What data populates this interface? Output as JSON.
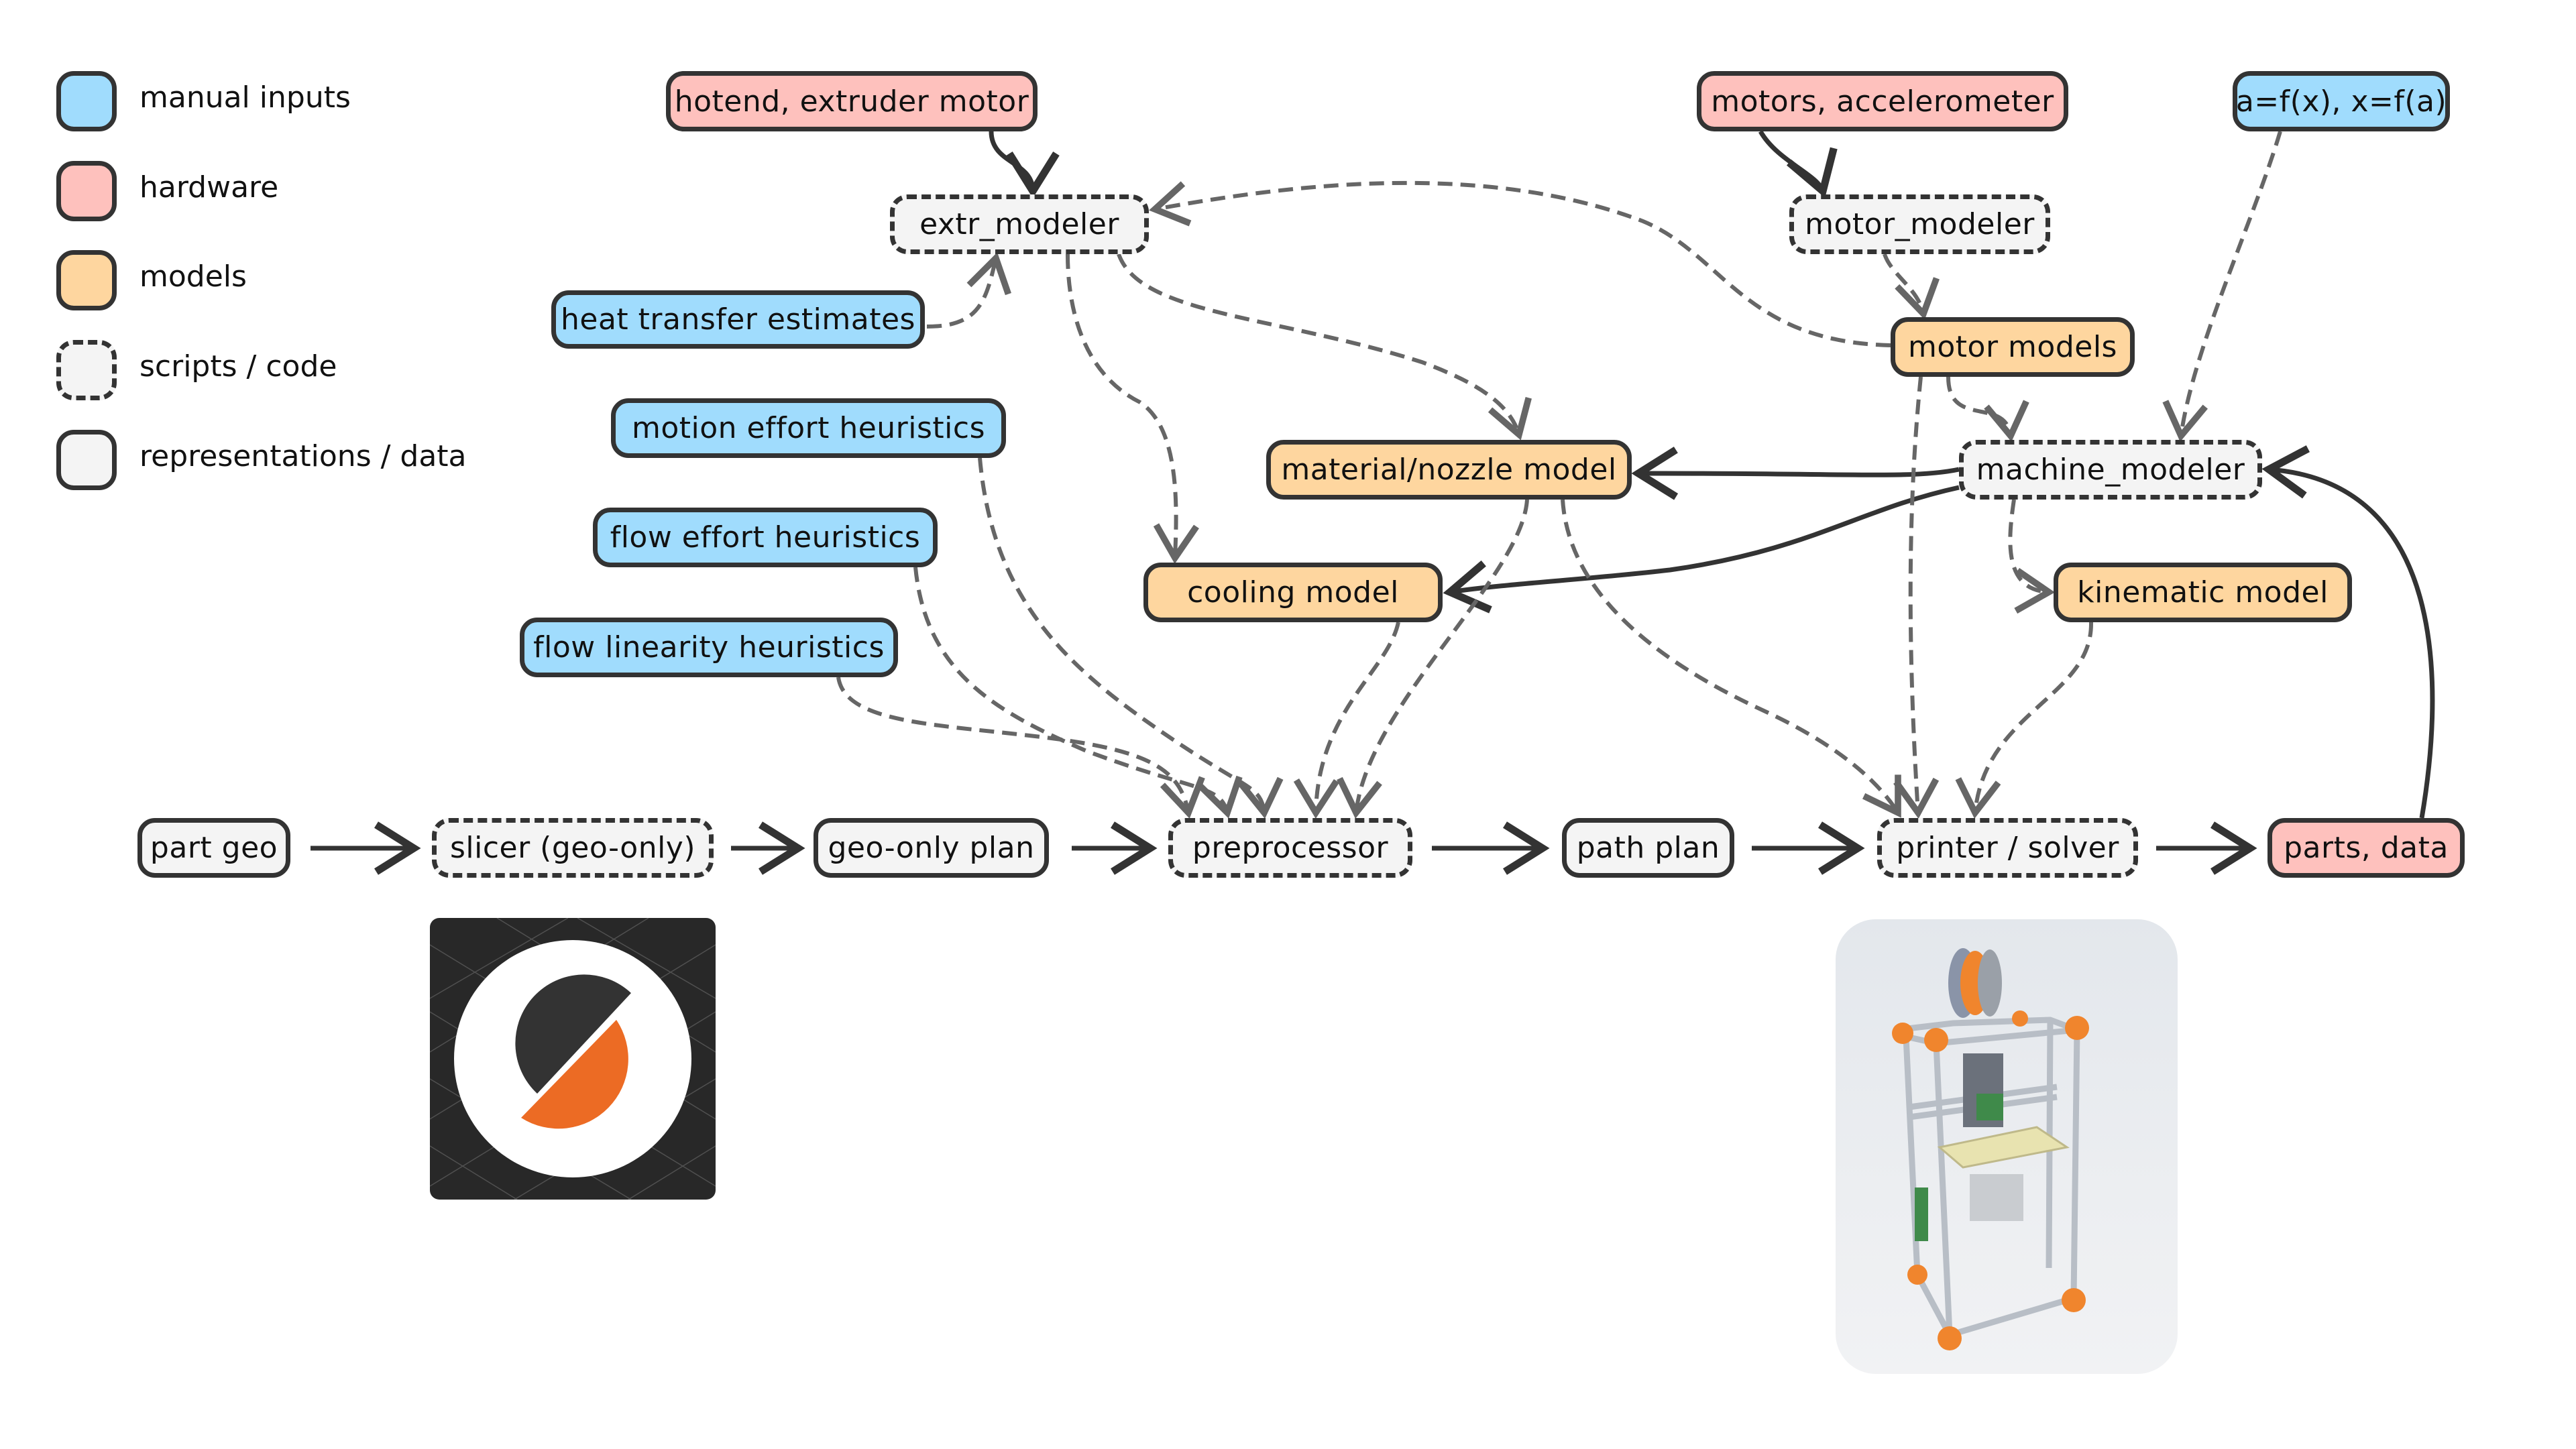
{
  "legend": [
    {
      "label": "manual inputs",
      "category": "manual",
      "color": "#a0dcfd"
    },
    {
      "label": "hardware",
      "category": "hardware",
      "color": "#fec1bd"
    },
    {
      "label": "models",
      "category": "model",
      "color": "#fed69f"
    },
    {
      "label": "scripts / code",
      "category": "script",
      "color": "#f4f4f4"
    },
    {
      "label": "representations / data",
      "category": "data",
      "color": "#f4f4f4"
    }
  ],
  "nodes": {
    "hotend": {
      "label": "hotend, extruder motor",
      "category": "hardware"
    },
    "extr_modeler": {
      "label": "extr_modeler",
      "category": "script"
    },
    "motors_accel": {
      "label": "motors, accelerometer",
      "category": "hardware"
    },
    "afx": {
      "label": "a=f(x), x=f(a)",
      "category": "manual"
    },
    "motor_modeler": {
      "label": "motor_modeler",
      "category": "script"
    },
    "motor_models": {
      "label": "motor models",
      "category": "model"
    },
    "heat_transfer": {
      "label": "heat transfer estimates",
      "category": "manual"
    },
    "motion_effort": {
      "label": "motion effort heuristics",
      "category": "manual"
    },
    "flow_effort": {
      "label": "flow effort heuristics",
      "category": "manual"
    },
    "flow_linearity": {
      "label": "flow linearity heuristics",
      "category": "manual"
    },
    "material_nozzle": {
      "label": "material/nozzle model",
      "category": "model"
    },
    "machine_modeler": {
      "label": "machine_modeler",
      "category": "script"
    },
    "cooling_model": {
      "label": "cooling model",
      "category": "model"
    },
    "kinematic_model": {
      "label": "kinematic model",
      "category": "model"
    },
    "part_geo": {
      "label": "part geo",
      "category": "data"
    },
    "slicer": {
      "label": "slicer (geo-only)",
      "category": "script"
    },
    "geo_plan": {
      "label": "geo-only plan",
      "category": "data"
    },
    "preprocessor": {
      "label": "preprocessor",
      "category": "script"
    },
    "path_plan": {
      "label": "path plan",
      "category": "data"
    },
    "printer_solver": {
      "label": "printer / solver",
      "category": "script"
    },
    "parts_data": {
      "label": "parts, data",
      "category": "hardware"
    }
  },
  "edges": [
    {
      "from": "hotend",
      "to": "extr_modeler",
      "style": "solid"
    },
    {
      "from": "heat_transfer",
      "to": "extr_modeler",
      "style": "dashed"
    },
    {
      "from": "motor_models",
      "to": "extr_modeler",
      "style": "dashed"
    },
    {
      "from": "extr_modeler",
      "to": "cooling_model",
      "style": "dashed"
    },
    {
      "from": "extr_modeler",
      "to": "material_nozzle",
      "style": "dashed"
    },
    {
      "from": "motors_accel",
      "to": "motor_modeler",
      "style": "solid"
    },
    {
      "from": "motor_modeler",
      "to": "motor_models",
      "style": "dashed"
    },
    {
      "from": "motor_models",
      "to": "machine_modeler",
      "style": "dashed"
    },
    {
      "from": "afx",
      "to": "machine_modeler",
      "style": "dashed"
    },
    {
      "from": "machine_modeler",
      "to": "material_nozzle",
      "style": "solid"
    },
    {
      "from": "machine_modeler",
      "to": "cooling_model",
      "style": "solid"
    },
    {
      "from": "machine_modeler",
      "to": "kinematic_model",
      "style": "dashed"
    },
    {
      "from": "parts_data",
      "to": "machine_modeler",
      "style": "solid"
    },
    {
      "from": "flow_linearity",
      "to": "preprocessor",
      "style": "dashed"
    },
    {
      "from": "flow_effort",
      "to": "preprocessor",
      "style": "dashed"
    },
    {
      "from": "motion_effort",
      "to": "preprocessor",
      "style": "dashed"
    },
    {
      "from": "cooling_model",
      "to": "preprocessor",
      "style": "dashed"
    },
    {
      "from": "material_nozzle",
      "to": "preprocessor",
      "style": "dashed"
    },
    {
      "from": "material_nozzle",
      "to": "printer_solver",
      "style": "dashed"
    },
    {
      "from": "motor_models",
      "to": "printer_solver",
      "style": "dashed"
    },
    {
      "from": "kinematic_model",
      "to": "printer_solver",
      "style": "dashed"
    },
    {
      "from": "part_geo",
      "to": "slicer",
      "style": "solid"
    },
    {
      "from": "slicer",
      "to": "geo_plan",
      "style": "solid"
    },
    {
      "from": "geo_plan",
      "to": "preprocessor",
      "style": "solid"
    },
    {
      "from": "preprocessor",
      "to": "path_plan",
      "style": "solid"
    },
    {
      "from": "path_plan",
      "to": "printer_solver",
      "style": "solid"
    },
    {
      "from": "printer_solver",
      "to": "parts_data",
      "style": "solid"
    }
  ],
  "images": {
    "slicer_logo": {
      "name": "slicer-app-logo",
      "accent": "#ec6b24",
      "dark": "#333333"
    },
    "printer_photo": {
      "name": "3d-printer-photo",
      "accent": "#f0852d"
    }
  }
}
